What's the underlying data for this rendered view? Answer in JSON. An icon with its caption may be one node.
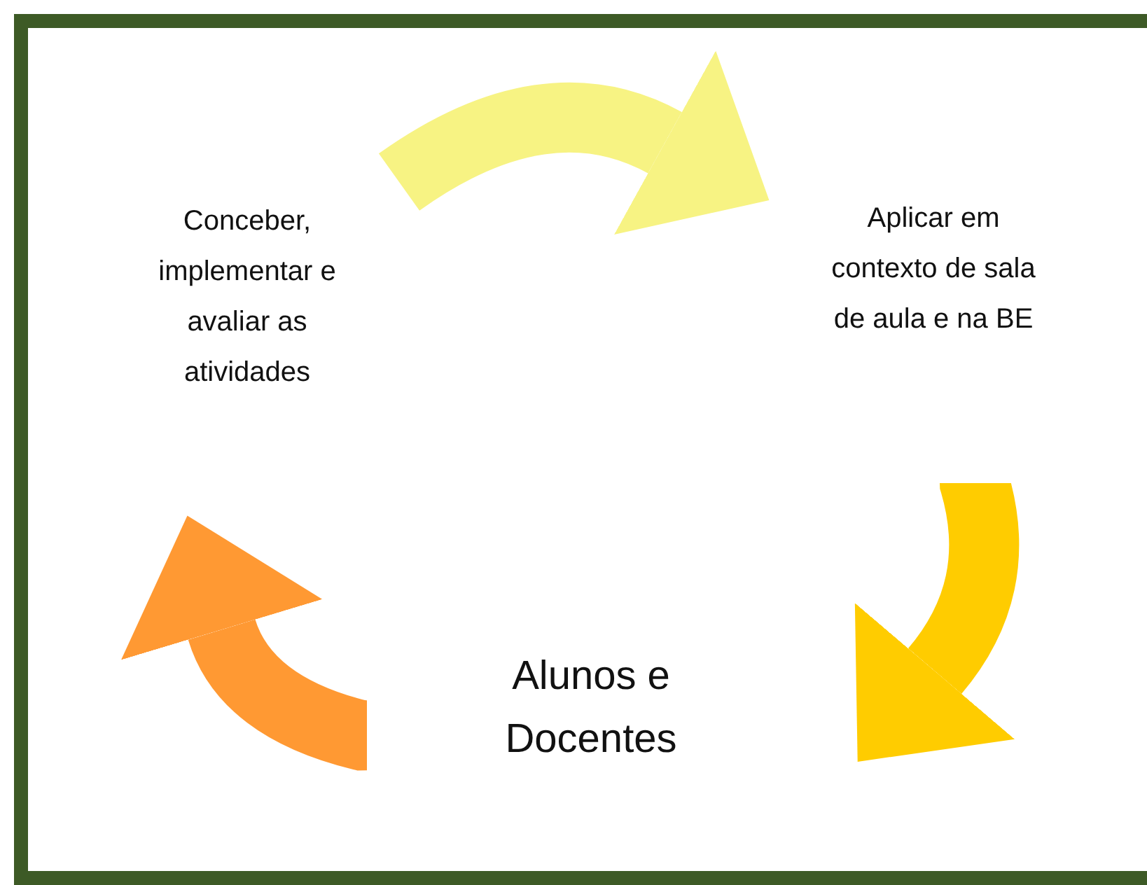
{
  "diagram": {
    "nodes": [
      {
        "text": [
          "Conceber, implementar e avaliar as atividades"
        ]
      },
      {
        "text": [
          "Aplicar em contexto de sala de aula e na BE"
        ]
      },
      {
        "text": [
          "Alunos e Docentes"
        ]
      }
    ],
    "edges": [
      {
        "from": 0,
        "to": 1,
        "arrow": "to",
        "color": "#f7f383"
      },
      {
        "from": 1,
        "to": 2,
        "arrow": "to",
        "color": "#ffcc00"
      },
      {
        "from": 2,
        "to": 0,
        "arrow": "to",
        "color": "#ff9933"
      }
    ]
  }
}
